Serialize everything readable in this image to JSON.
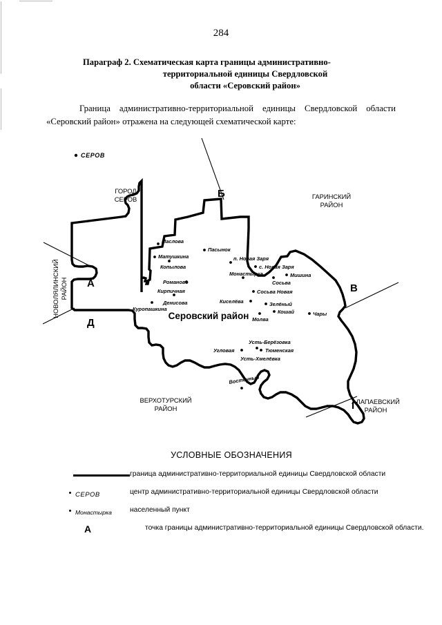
{
  "page": {
    "number": "284"
  },
  "heading": {
    "line1": "Параграф 2. Схематическая карта границы административно-",
    "line2": "территориальной единицы Свердловской",
    "line3": "области «Серовский район»"
  },
  "intro": {
    "text": "Граница административно-территориальной единицы Свердловской области «Серовский район» отражена на следующей схематической карте:"
  },
  "map": {
    "district_title": "Серовский район",
    "neighbors": [
      {
        "id": "gorod-serov",
        "line1": "ГОРОД",
        "line2": "СЕРОВ"
      },
      {
        "id": "garinsky",
        "line1": "ГАРИНСКИЙ",
        "line2": "РАЙОН"
      },
      {
        "id": "novolyalinsky",
        "line1": "НОВОЛЯЛИНСКИЙ",
        "line2": "РАЙОН"
      },
      {
        "id": "verkhotursky",
        "line1": "ВЕРХОТУРСКИЙ",
        "line2": "РАЙОН"
      },
      {
        "id": "alapaevsky",
        "line1": "АЛАПАЕВСКИЙ",
        "line2": "РАЙОН"
      }
    ],
    "city_center": "СЕРОВ",
    "boundary_points": [
      "А",
      "Б",
      "В",
      "Г",
      "Д"
    ],
    "settlements": [
      "Маслова",
      "Пасынок",
      "Матушкина",
      "Копылова",
      "п. Новая Заря",
      "с. Новая Заря",
      "Монастырка",
      "Мишина",
      "Сосьва",
      "Романово",
      "Сосьва Новая",
      "Кирпичная",
      "Киселёва",
      "Зелёный",
      "Денисова",
      "Кошай",
      "Куропашкина",
      "Молва",
      "Чары",
      "Усть-Берёзовка",
      "Угловая",
      "Тюменская",
      "Усть-Хмелёвка",
      "Восточный"
    ]
  },
  "legend": {
    "title": "УСЛОВНЫЕ ОБОЗНАЧЕНИЯ",
    "rows": [
      {
        "key_type": "line",
        "key_label": "",
        "desc": "граница административно-территориальной единицы Свердловской области"
      },
      {
        "key_type": "city",
        "key_label": "СЕРОВ",
        "desc": "центр административно-территориальной единицы Свердловской области"
      },
      {
        "key_type": "settlement",
        "key_label": "Монастырка",
        "desc": "населенный пункт"
      },
      {
        "key_type": "point",
        "key_label": "А",
        "desc": "точка границы административно-территориальной единицы Свердловской области."
      }
    ]
  },
  "colors": {
    "ink": "#000000",
    "paper": "#ffffff",
    "scan_edge": "#b8b8b8"
  }
}
